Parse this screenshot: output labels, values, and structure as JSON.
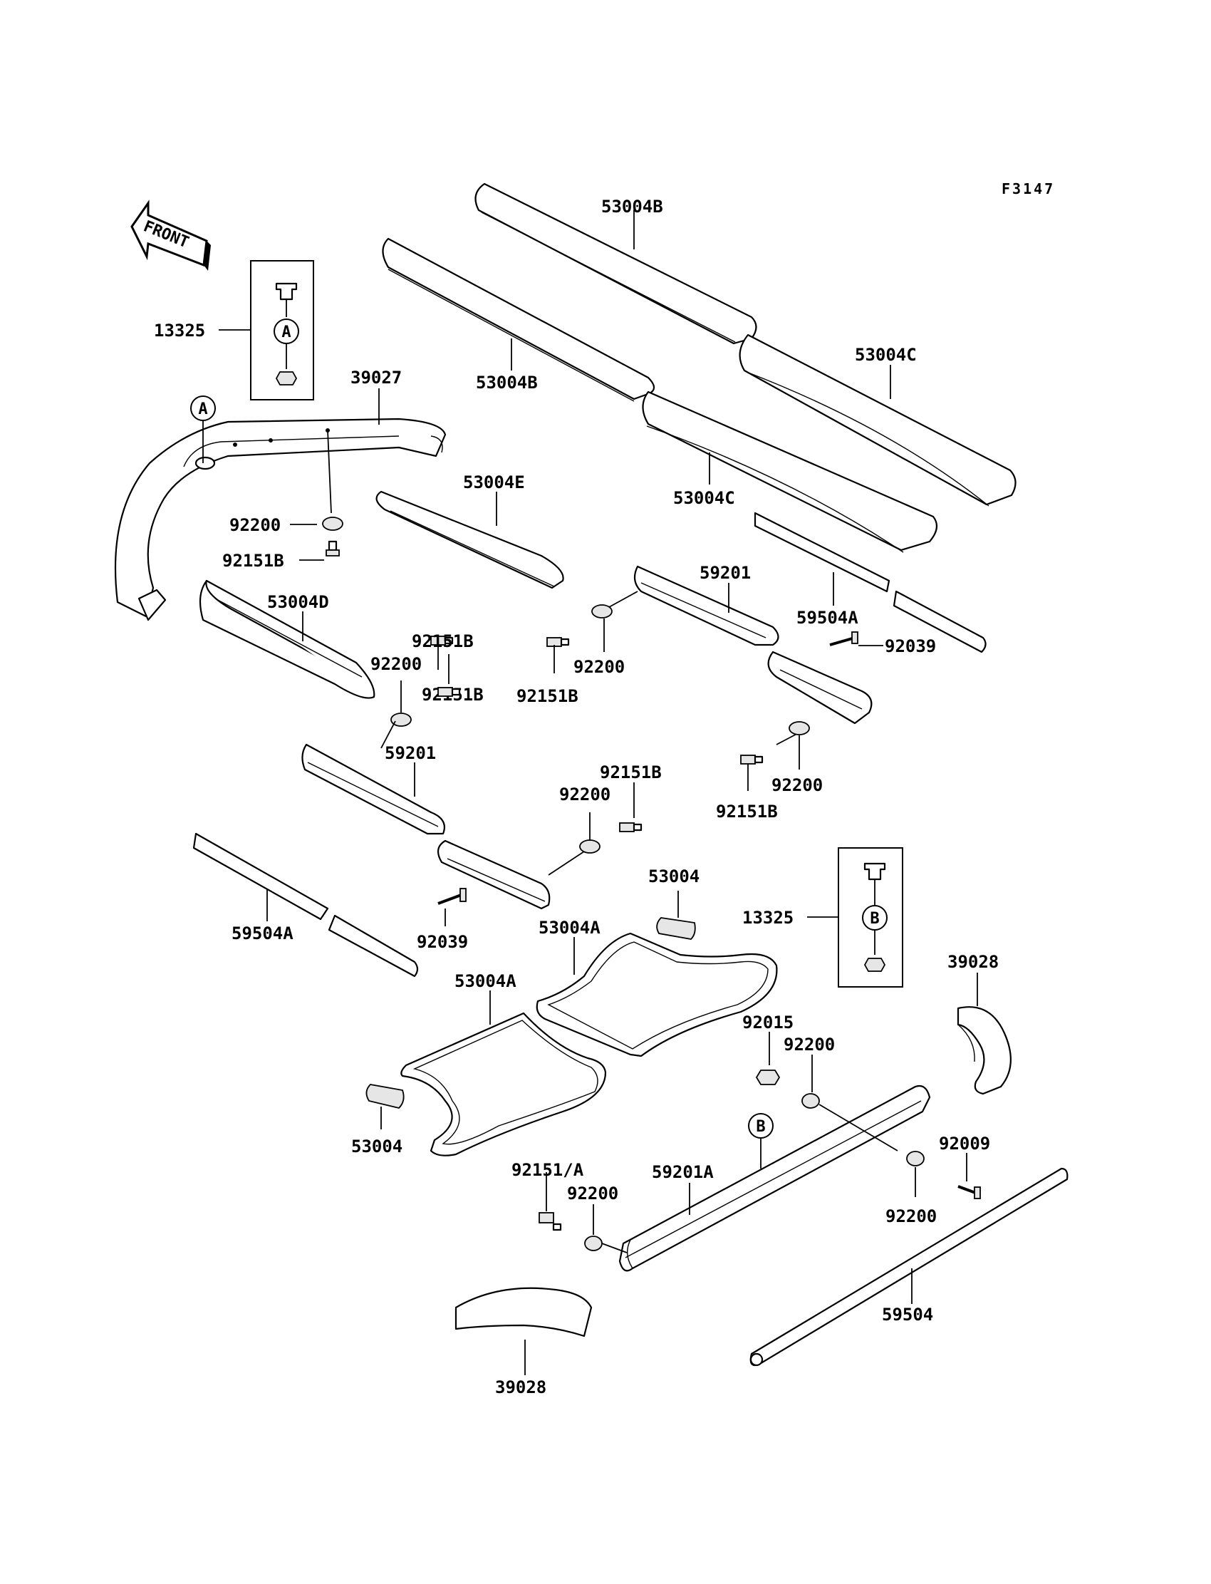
{
  "figure_code": "F3147",
  "front_arrow": "FRONT",
  "ref_marks": {
    "a": "A",
    "b": "B"
  },
  "labels": {
    "l_53004b_top": "53004B",
    "l_53004b_mid": "53004B",
    "l_53004c_right": "53004C",
    "l_53004c_mid": "53004C",
    "l_13325_a": "13325",
    "l_39027": "39027",
    "l_53004e": "53004E",
    "l_92200_a": "92200",
    "l_92151b_a": "92151B",
    "l_59201_top": "59201",
    "l_59504a_right": "59504A",
    "l_53004d": "53004D",
    "l_92151b_b": "92151B",
    "l_92200_b": "92200",
    "l_92200_c": "92200",
    "l_92151b_c": "92151B",
    "l_92039_right": "92039",
    "l_59201_left": "59201",
    "l_92151b_d": "92151B",
    "l_92200_d": "92200",
    "l_92200_e": "92200",
    "l_92151b_e": "92151B",
    "l_53004_top": "53004",
    "l_59504a_left": "59504A",
    "l_13325_b": "13325",
    "l_53004a_right": "53004A",
    "l_92039_left": "92039",
    "l_39028_right": "39028",
    "l_53004a_left": "53004A",
    "l_92015": "92015",
    "l_92200_f": "92200",
    "l_53004_bottom": "53004",
    "l_92009": "92009",
    "l_92151a": "92151/A",
    "l_59201a": "59201A",
    "l_92200_g": "92200",
    "l_92200_h": "92200",
    "l_59504": "59504",
    "l_39028_bottom": "39028"
  }
}
